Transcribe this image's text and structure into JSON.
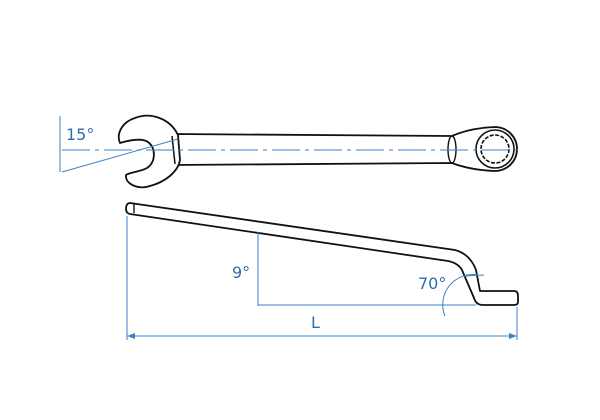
{
  "labels": {
    "jaw_angle": "15°",
    "shaft_angle": "9°",
    "offset_angle": "70°",
    "length": "L"
  },
  "colors": {
    "dimension": "#3b82c4",
    "outline": "#111111"
  }
}
